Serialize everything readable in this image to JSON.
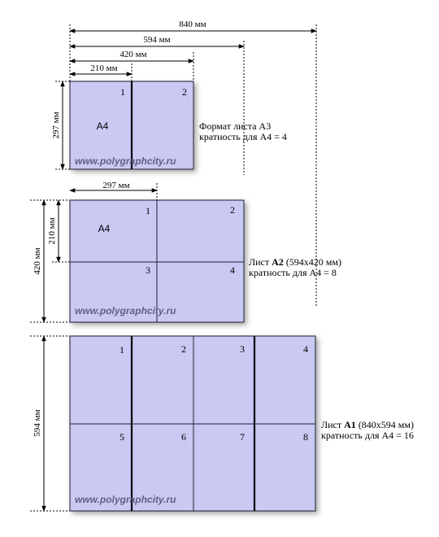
{
  "top_dimensions": {
    "d840": "840 мм",
    "d594": "594 мм",
    "d420": "420 мм",
    "d210": "210 мм"
  },
  "a3": {
    "side_dim": "297 мм",
    "a4_label": "A4",
    "parts": [
      "1",
      "2"
    ],
    "watermark": "www.polygraphcity.ru",
    "caption_line1": "Формат листа А3",
    "caption_line2": "кратность для А4 = 4"
  },
  "a2": {
    "top_dim": "297 мм",
    "side_outer": "420 мм",
    "side_inner": "210 мм",
    "a4_label": "A4",
    "parts": [
      "1",
      "2",
      "3",
      "4"
    ],
    "watermark": "www.polygraphcity.ru",
    "caption_prefix": "Лист",
    "caption_bold": "A2",
    "caption_rest": "(594х420 мм)",
    "caption_line2": "кратность для А4 = 8"
  },
  "a1": {
    "side_dim": "594 мм",
    "parts": [
      "1",
      "2",
      "3",
      "4",
      "5",
      "6",
      "7",
      "8"
    ],
    "watermark": "www.polygraphcity.ru",
    "caption_prefix": "Лист",
    "caption_bold": "A1",
    "caption_rest": "(840х594 мм)",
    "caption_line2": "кратность для А4 = 16"
  }
}
